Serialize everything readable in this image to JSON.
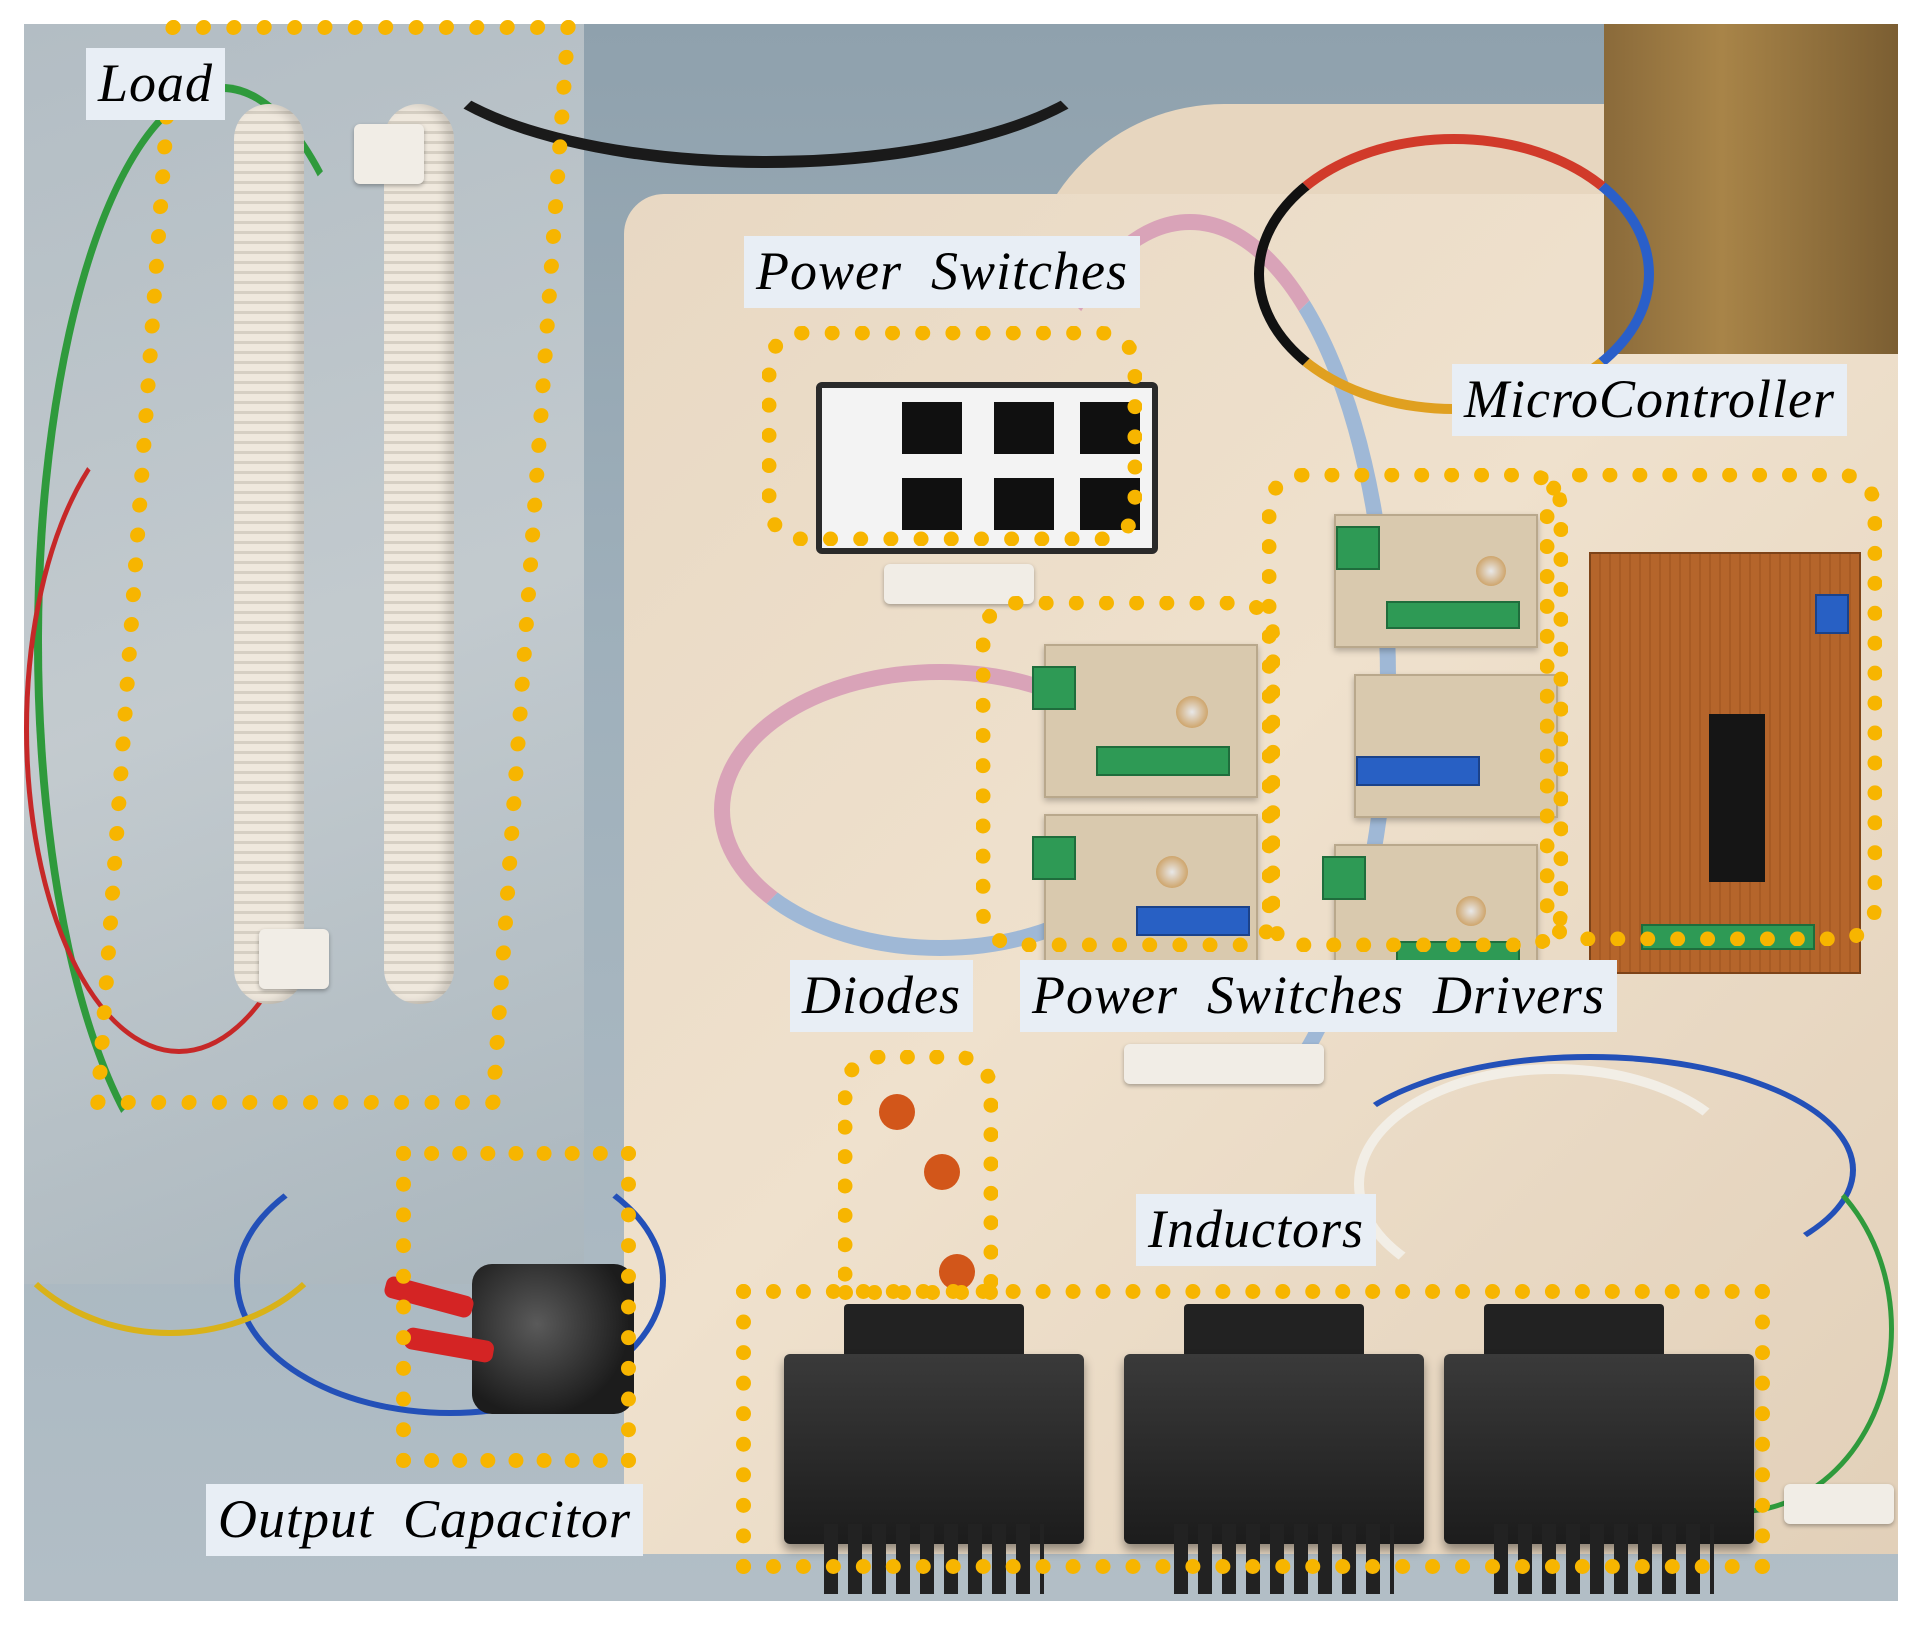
{
  "labels": {
    "load": "Load",
    "power_switches": "Power  Switches",
    "microcontroller": "MicroController",
    "diodes": "Diodes",
    "power_switches_drivers": "Power  Switches  Drivers",
    "inductors": "Inductors",
    "output_capacitor": "Output  Capacitor"
  },
  "colors": {
    "highlight": "#f7b500",
    "label_background": "#e8eef5",
    "board_wood": "#e8d8c3",
    "pcb_copper": "#b5652b"
  }
}
